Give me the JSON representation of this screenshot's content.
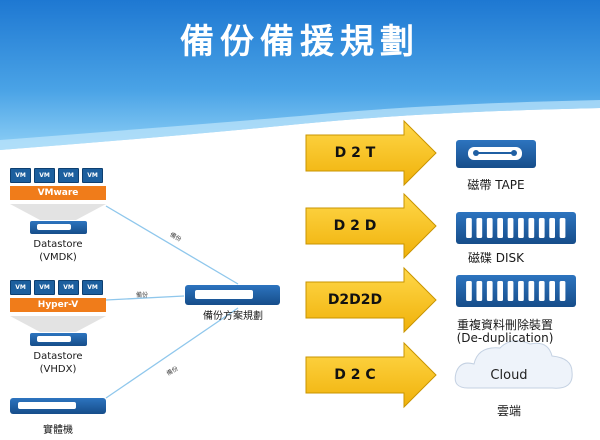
{
  "title": "備份備援規劃",
  "left": {
    "vmware": {
      "vm_labels": [
        "VM",
        "VM",
        "VM",
        "VM"
      ],
      "platform": "VMware",
      "store_line1": "Datastore",
      "store_line2": "(VMDK)"
    },
    "hyperv": {
      "vm_labels": [
        "VM",
        "VM",
        "VM",
        "VM"
      ],
      "platform": "Hyper-V",
      "store_line1": "Datastore",
      "store_line2": "(VHDX)"
    },
    "physical": {
      "label": "實體機"
    }
  },
  "center": {
    "label": "備份方案規劃",
    "edge_labels": [
      "備份",
      "備份",
      "備份"
    ]
  },
  "arrows": [
    "D 2 T",
    "D 2 D",
    "D2D2D",
    "D 2 C"
  ],
  "targets": {
    "tape": "磁帶 TAPE",
    "disk": "磁碟 DISK",
    "dedup_line1": "重複資料刪除裝置",
    "dedup_line2": "(De-duplication)",
    "cloud_inner": "Cloud",
    "cloud_caption": "雲端"
  },
  "colors": {
    "sky_top": "#1e78d2",
    "sky_light": "#5fb1ee",
    "arrow": "#f5c016",
    "device": "#1f5fa3",
    "bar_orange": "#f07c1a"
  }
}
